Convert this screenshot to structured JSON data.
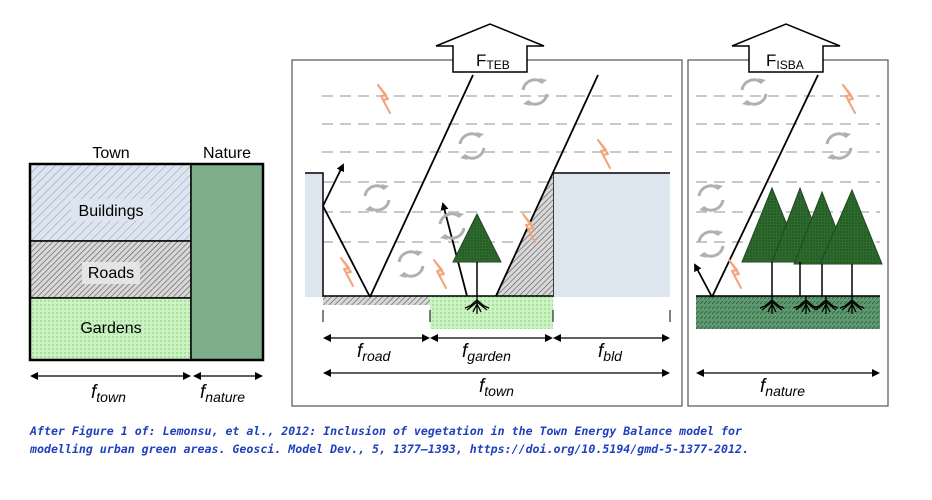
{
  "left_panel": {
    "town_label": "Town",
    "nature_label": "Nature",
    "buildings_label": "Buildings",
    "roads_label": "Roads",
    "gardens_label": "Gardens",
    "f_town_main": "f",
    "f_town_sub": "town",
    "f_nature_main": "f",
    "f_nature_sub": "nature"
  },
  "teb_panel": {
    "flux_main": "F",
    "flux_sub": "TEB",
    "f_road_main": "f",
    "f_road_sub": "road",
    "f_garden_main": "f",
    "f_garden_sub": "garden",
    "f_bld_main": "f",
    "f_bld_sub": "bld",
    "f_town_main": "f",
    "f_town_sub": "town"
  },
  "isba_panel": {
    "flux_main": "F",
    "flux_sub": "ISBA",
    "f_nature_main": "f",
    "f_nature_sub": "nature"
  },
  "caption": {
    "line1": "After Figure 1 of: Lemonsu, et al., 2012: Inclusion of vegetation in the Town Energy Balance model for",
    "line2": "modelling urban green areas. Geosci. Model Dev., 5, 1377–1393, https://doi.org/10.5194/gmd-5-1377-2012."
  },
  "colors": {
    "buildings_fill": "#dde5f0",
    "garden_fill": "#c8f5c0",
    "nature_fill": "#7fae8a",
    "teb_building": "#dde5ee",
    "tree_green": "#2e6b2e",
    "ground_green": "#5e9a70",
    "flux_orange": "#f4a37c",
    "swirl_gray": "#b0b0b0",
    "caption_blue": "#1f3fbf"
  }
}
